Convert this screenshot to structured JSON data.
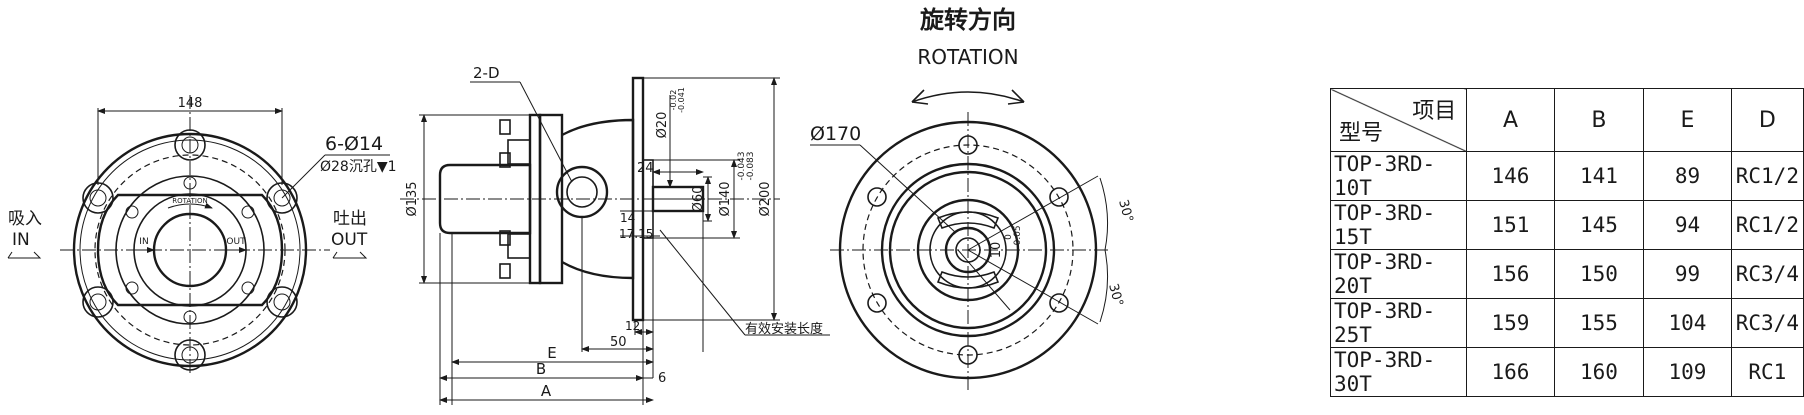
{
  "left_view": {
    "dim_148": "148",
    "hole_callout": "6-Ø14",
    "counterbore_callout": "Ø28沉孔▼1",
    "inlet_cn": "吸入",
    "inlet_en": "IN",
    "outlet_cn": "吐出",
    "outlet_en": "OUT",
    "face_rotation": "ROTATION",
    "face_in": "IN",
    "face_out": "OUT"
  },
  "side_view": {
    "label_2d": "2-D",
    "dim_135": "Ø135",
    "dim_24": "24",
    "dim_14": "14",
    "dim_17_15": "17.15",
    "dim_20": "Ø20",
    "tol_20_upper": "-0.02",
    "tol_20_lower": "-0.041",
    "dim_60": "Ø60",
    "dim_140": "Ø140",
    "tol_140_upper": "-0.043",
    "tol_140_lower": "-0.083",
    "dim_200": "Ø200",
    "dim_12": "12",
    "dim_50": "50",
    "dim_e": "E",
    "dim_b": "B",
    "dim_a": "A",
    "dim_6": "6",
    "effective_length": "有效安装长度"
  },
  "rotation_view": {
    "title_cn": "旋转方向",
    "title_en": "ROTATION",
    "dim_170": "Ø170",
    "angle_top": "30°",
    "angle_bottom": "30°",
    "key_dim": "10",
    "key_tol_upper": "0",
    "key_tol_lower": "-0.05"
  },
  "table": {
    "corner_top": "项目",
    "corner_bottom": "型号",
    "headers": [
      "A",
      "B",
      "E",
      "D"
    ],
    "rows": [
      {
        "model": "TOP-3RD-10T",
        "a": "146",
        "b": "141",
        "e": "89",
        "d": "RC1/2"
      },
      {
        "model": "TOP-3RD-15T",
        "a": "151",
        "b": "145",
        "e": "94",
        "d": "RC1/2"
      },
      {
        "model": "TOP-3RD-20T",
        "a": "156",
        "b": "150",
        "e": "99",
        "d": "RC3/4"
      },
      {
        "model": "TOP-3RD-25T",
        "a": "159",
        "b": "155",
        "e": "104",
        "d": "RC3/4"
      },
      {
        "model": "TOP-3RD-30T",
        "a": "166",
        "b": "160",
        "e": "109",
        "d": "RC1"
      }
    ]
  }
}
